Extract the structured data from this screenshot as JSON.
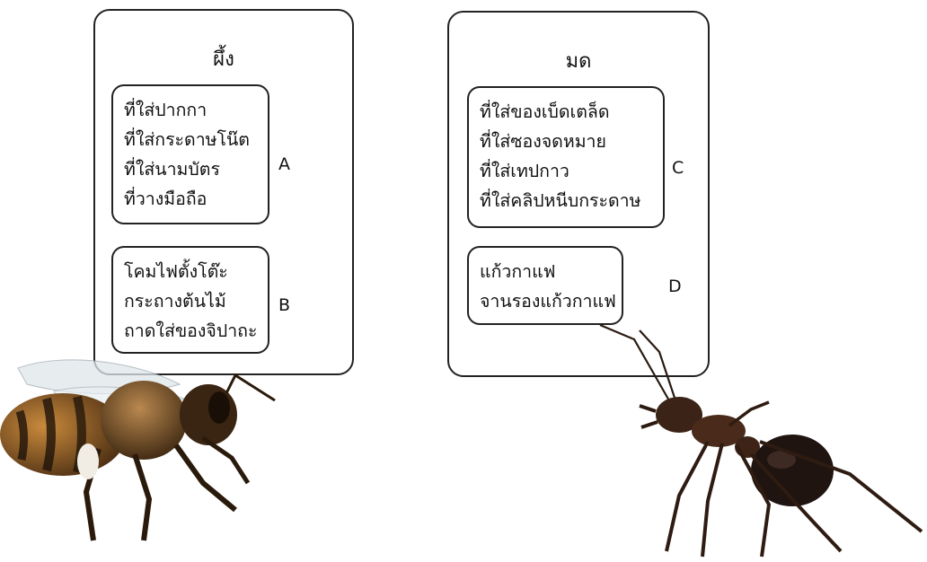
{
  "bee_panel": {
    "title": "ผึ้ง",
    "group_a": {
      "letter": "A",
      "items": [
        "ที่ใส่ปากกา",
        "ที่ใส่กระดาษโน๊ต",
        "ที่ใส่นามบัตร",
        "ที่วางมือถือ"
      ]
    },
    "group_b": {
      "letter": "B",
      "items": [
        "โคมไฟตั้งโต๊ะ",
        "กระถางต้นไม้",
        "ถาดใส่ของจิปาถะ"
      ]
    }
  },
  "ant_panel": {
    "title": "มด",
    "group_c": {
      "letter": "C",
      "items": [
        "ที่ใส่ของเบ็ดเตล็ด",
        "ที่ใส่ซองจดหมาย",
        "ที่ใส่เทปกาว",
        "ที่ใส่คลิปหนีบกระดาษ"
      ]
    },
    "group_d": {
      "letter": "D",
      "items": [
        "แก้วกาแฟ",
        "จานรองแก้วกาแฟ"
      ]
    }
  },
  "illustrations": {
    "bee": "bee-illustration",
    "ant": "ant-illustration"
  }
}
